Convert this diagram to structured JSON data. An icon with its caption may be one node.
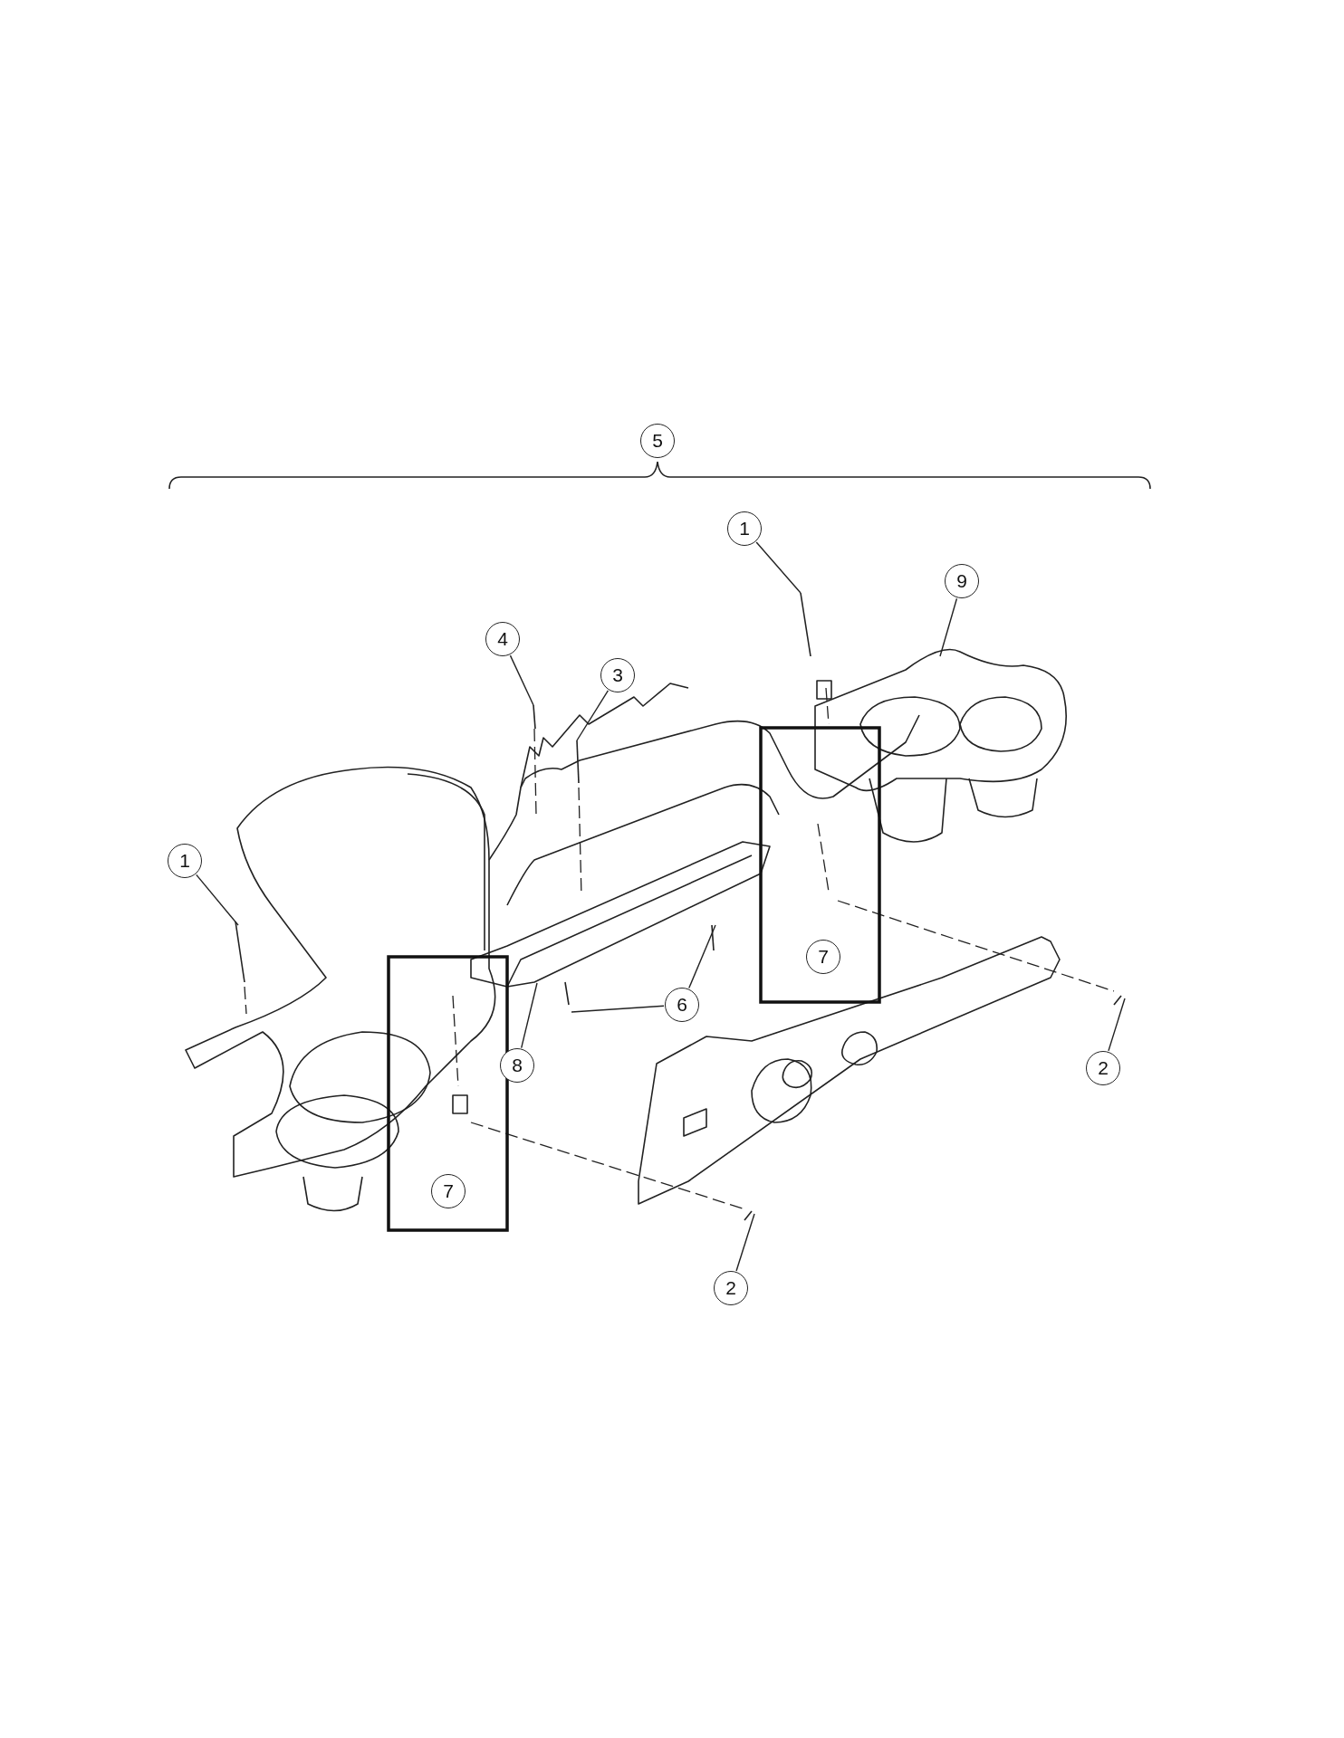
{
  "diagram": {
    "nodes": [
      {
        "text": [
          "1"
        ]
      },
      {
        "text": [
          "9"
        ]
      },
      {
        "text": [
          "4"
        ]
      },
      {
        "text": [
          "3"
        ]
      },
      {
        "text": [
          "1"
        ]
      },
      {
        "text": [
          "6"
        ]
      },
      {
        "text": [
          "8"
        ]
      },
      {
        "text": [
          "2"
        ]
      },
      {
        "text": [
          "2"
        ]
      },
      {
        "text": [
          "5"
        ]
      },
      {
        "text": [
          "7"
        ]
      },
      {
        "text": [
          "7"
        ]
      }
    ],
    "edges": [
      {
        "from": 0,
        "to": null,
        "arrow": "none"
      },
      {
        "from": 1,
        "to": null,
        "arrow": "none"
      },
      {
        "from": 2,
        "to": null,
        "arrow": "none"
      },
      {
        "from": 3,
        "to": null,
        "arrow": "none"
      },
      {
        "from": 4,
        "to": null,
        "arrow": "none"
      },
      {
        "from": 5,
        "to": null,
        "arrow": "none"
      },
      {
        "from": 5,
        "to": null,
        "arrow": "none"
      },
      {
        "from": 6,
        "to": null,
        "arrow": "none"
      },
      {
        "from": 7,
        "to": null,
        "arrow": "none"
      },
      {
        "from": 8,
        "to": null,
        "arrow": "none"
      }
    ]
  }
}
